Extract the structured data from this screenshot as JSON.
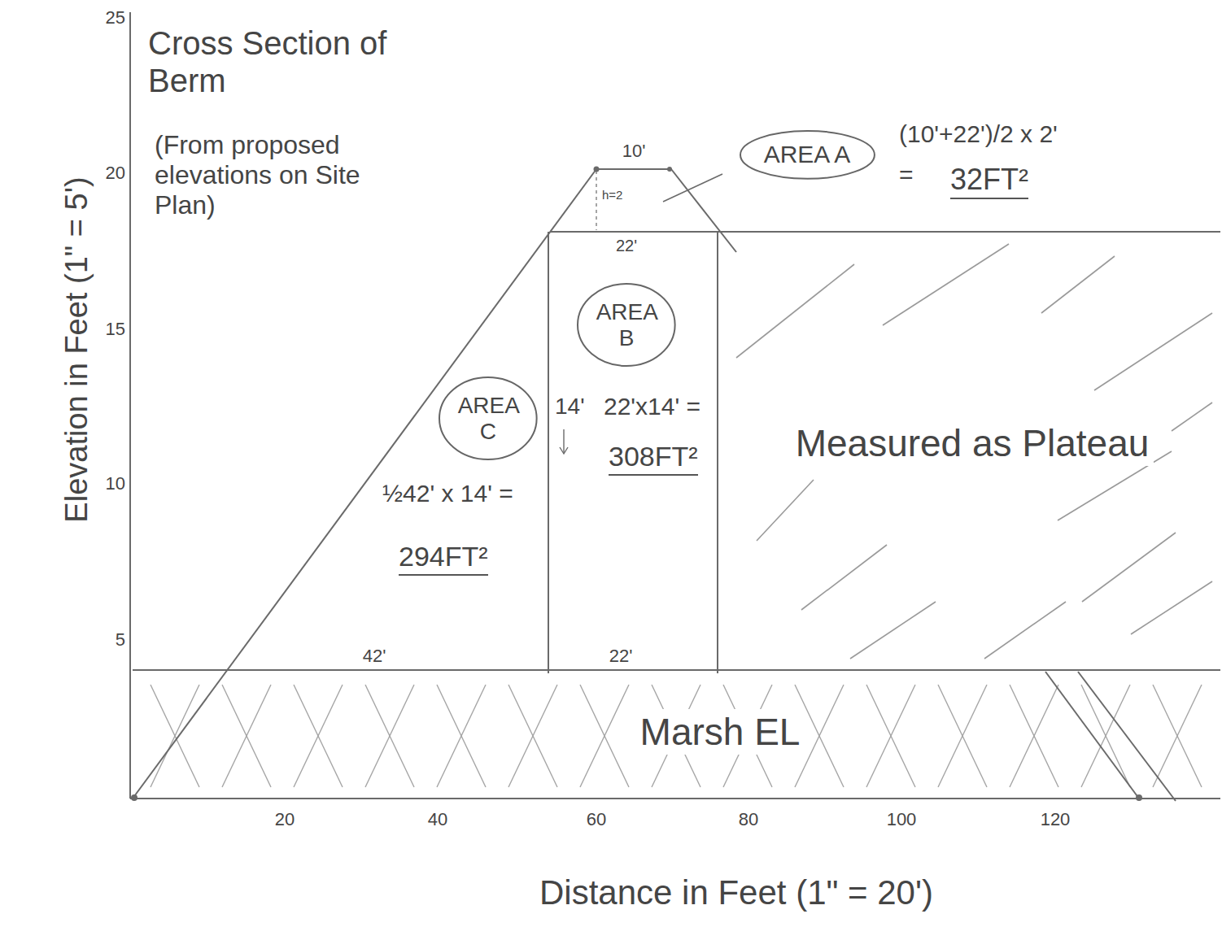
{
  "diagram": {
    "title": "Cross Section of Berm",
    "nodes": [
      {
        "text": [
          "AREA A"
        ]
      },
      {
        "text": [
          "AREA B"
        ]
      },
      {
        "text": [
          "AREA C"
        ]
      }
    ],
    "labels": [
      "(From proposed elevations on Site Plan)",
      "Elevation in Feet (1\" = 5')",
      "Distance in Feet (1\" = 20')",
      "25",
      "20",
      "15",
      "10",
      "5",
      "20",
      "40",
      "60",
      "80",
      "100",
      "120",
      "10'",
      "h=2",
      "22'",
      "(10'+22')/2 x 2'",
      "=",
      "32FT²",
      "14'",
      "22'x14' =",
      "308FT²",
      "½42' x 14' =",
      "294FT²",
      "42'",
      "22'",
      "Measured as Plateau",
      "Marsh EL"
    ]
  }
}
